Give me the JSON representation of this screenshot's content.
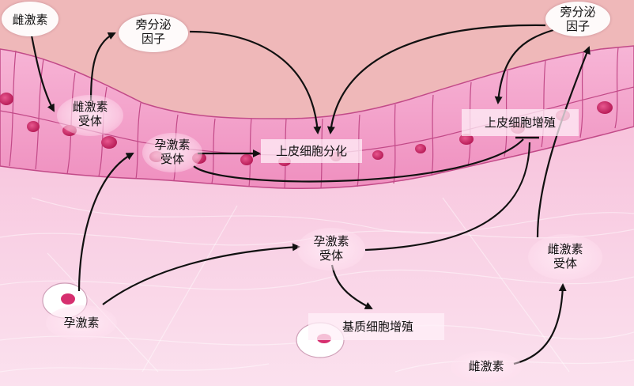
{
  "labels": {
    "estrogen_top_left": "雌激素",
    "paracrine_left_line1": "旁分泌",
    "paracrine_left_line2": "因子",
    "paracrine_right_line1": "旁分泌",
    "paracrine_right_line2": "因子",
    "estrogen_receptor_epithelium_line1": "雌激素",
    "estrogen_receptor_epithelium_line2": "受体",
    "progesterone_receptor_epithelium_line1": "孕激素",
    "progesterone_receptor_epithelium_line2": "受体",
    "epithelial_differentiation": "上皮细胞分化",
    "epithelial_proliferation": "上皮细胞增殖",
    "progesterone_receptor_stroma_line1": "孕激素",
    "progesterone_receptor_stroma_line2": "受体",
    "estrogen_receptor_stroma_line1": "雌激素",
    "estrogen_receptor_stroma_line2": "受体",
    "progesterone_bottom_left": "孕激素",
    "stromal_proliferation": "基质细胞增殖",
    "estrogen_bottom_right": "雌激素"
  },
  "colors": {
    "lumen": "#efb7b7",
    "epithelium": "#f4a8cf",
    "epithelium_dark": "#d9639f",
    "nucleus": "#d62f6f",
    "stroma": "#f7cfe2",
    "arrow": "#111111"
  }
}
